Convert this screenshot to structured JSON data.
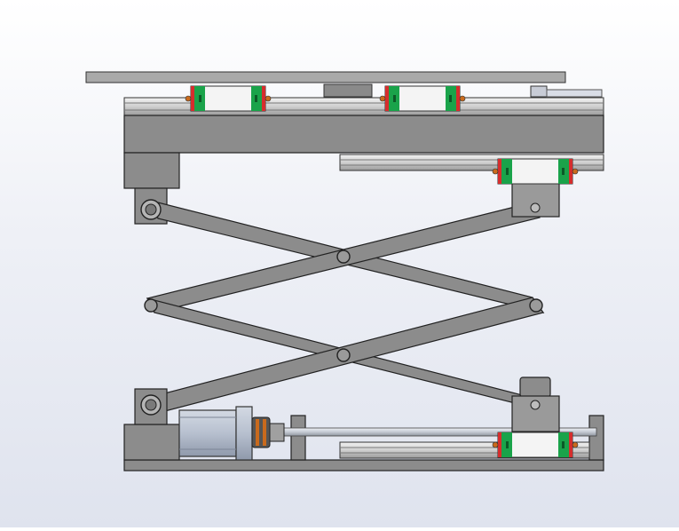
{
  "scene": {
    "description_visible_text": "",
    "colors": {
      "background_top": "#ffffff",
      "background_bottom": "#dfe3ee",
      "frame_gray": "#8c8c8c",
      "frame_dark": "#6f6f6f",
      "outline": "#222222",
      "rail_light": "#e6e6e6",
      "rail_mid": "#b9b9b9",
      "carriage_green": "#1aa34a",
      "carriage_red": "#d62d2d",
      "carriage_white": "#f4f4f4",
      "plate_gray": "#a7a7a7",
      "motor_blue_gray": "#b7c0cf",
      "shaft_gray": "#c9ced6"
    }
  },
  "components": [
    {
      "name": "top-platform",
      "icon": "top-plate"
    },
    {
      "name": "upper-frame",
      "icon": "upper-frame"
    },
    {
      "name": "upper-linear-rail",
      "icon": "rail"
    },
    {
      "name": "lower-linear-rail",
      "icon": "rail"
    },
    {
      "name": "scissor-arms",
      "icon": "scissor-link"
    },
    {
      "name": "base-frame",
      "icon": "base-frame"
    },
    {
      "name": "stepper-motor",
      "icon": "motor"
    },
    {
      "name": "shaft-coupling",
      "icon": "coupling"
    },
    {
      "name": "lead-screw",
      "icon": "lead-screw"
    },
    {
      "name": "linear-bearing-carriages",
      "icon": "carriage"
    }
  ]
}
